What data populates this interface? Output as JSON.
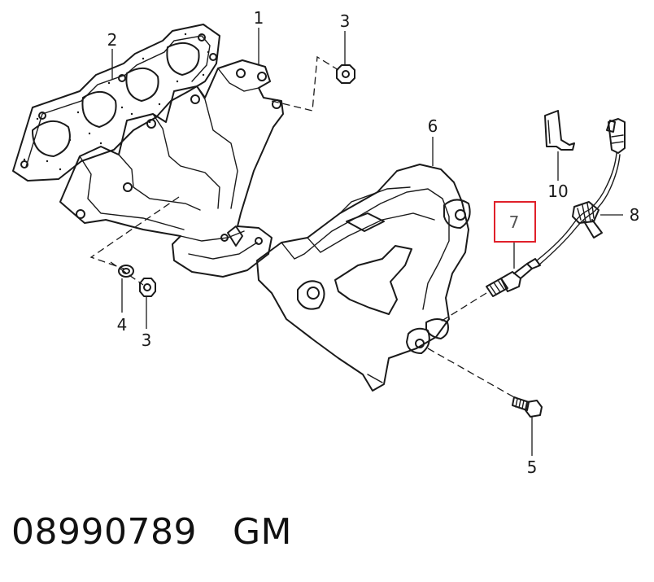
{
  "callouts": [
    {
      "id": "1",
      "label": "1"
    },
    {
      "id": "2",
      "label": "2"
    },
    {
      "id": "3a",
      "label": "3"
    },
    {
      "id": "3b",
      "label": "3"
    },
    {
      "id": "4",
      "label": "4"
    },
    {
      "id": "5",
      "label": "5"
    },
    {
      "id": "6",
      "label": "6"
    },
    {
      "id": "7",
      "label": "7",
      "highlighted": true
    },
    {
      "id": "8",
      "label": "8"
    },
    {
      "id": "10",
      "label": "10"
    }
  ],
  "footer": {
    "part_number": "08990789",
    "brand": "GM"
  },
  "colors": {
    "line": "#1a1a1a",
    "highlight_box": "#e0202a",
    "highlight_text": "#555555"
  }
}
